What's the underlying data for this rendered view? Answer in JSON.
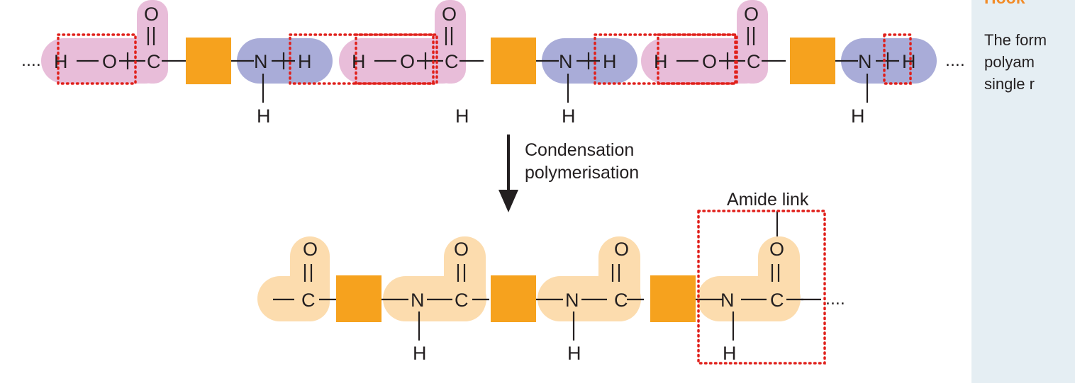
{
  "diagram": {
    "atoms": {
      "H": "H",
      "O": "O",
      "C": "C",
      "N": "N"
    },
    "ellipsis": "....",
    "arrow_label_line1": "Condensation",
    "arrow_label_line2": "polymerisation",
    "amide_link_label": "Amide link"
  },
  "side_panel": {
    "title": "Hook",
    "line1": "The form",
    "line2": "polyam",
    "line3": "single r"
  },
  "colors": {
    "carboxylic_group": "#e8bdd9",
    "amine_group": "#a9acd8",
    "polymer_group": "#fcdcae",
    "monomer_block": "#f6a21e",
    "removed_atoms_outline": "#e0201b",
    "panel_background": "#e5eef3",
    "panel_title": "#f28c28"
  }
}
